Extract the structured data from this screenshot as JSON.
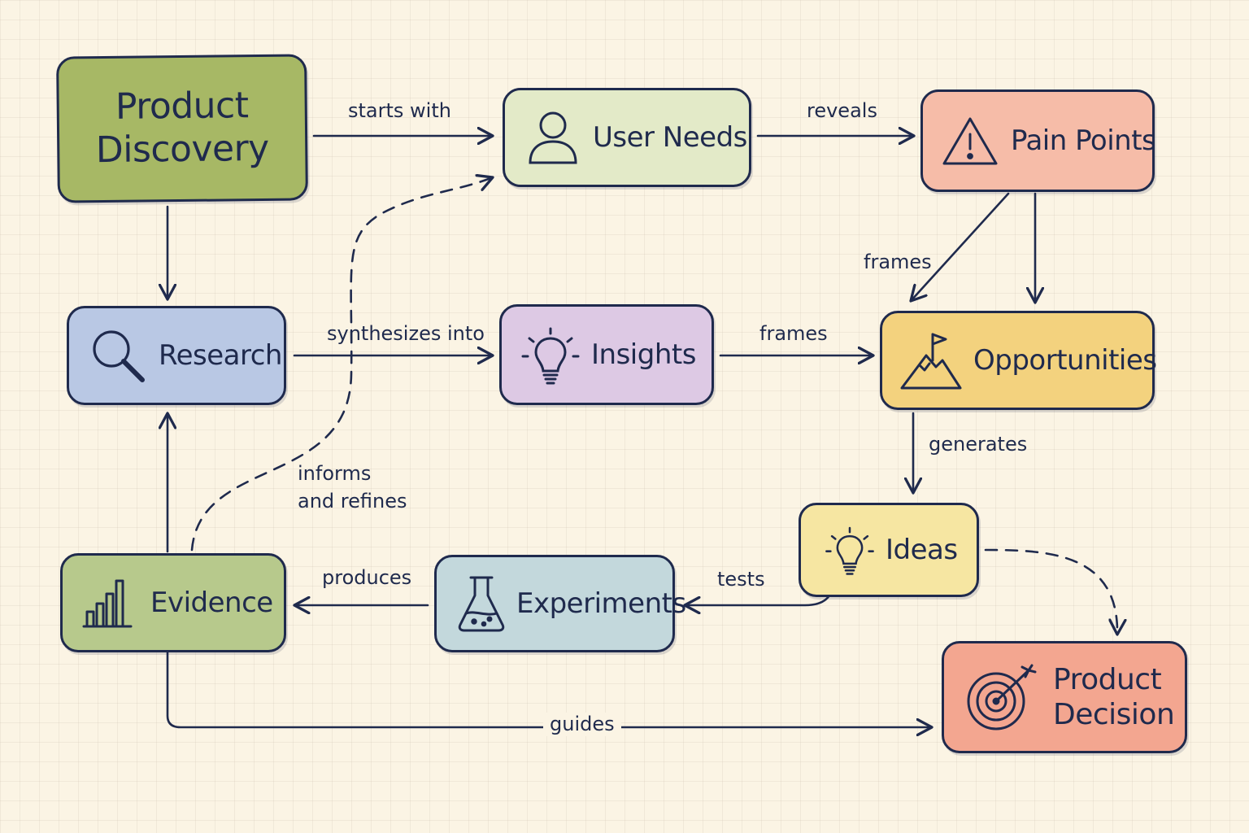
{
  "colors": {
    "ink": "#1f2a4d",
    "product_discovery": "#a7b865",
    "user_needs": "#e3eac8",
    "pain_points": "#f6bca8",
    "research": "#b9c8e4",
    "insights": "#ddc9e4",
    "opportunities": "#f3d27e",
    "ideas": "#f6e6a2",
    "evidence": "#b7c98c",
    "experiments": "#c3d8dc",
    "product_decision": "#f3a690"
  },
  "nodes": {
    "product_discovery": {
      "label": "Product\nDiscovery"
    },
    "user_needs": {
      "label": "User Needs",
      "icon": "user-icon"
    },
    "pain_points": {
      "label": "Pain Points",
      "icon": "warning-icon"
    },
    "research": {
      "label": "Research",
      "icon": "magnifier-icon"
    },
    "insights": {
      "label": "Insights",
      "icon": "lightbulb-icon"
    },
    "opportunities": {
      "label": "Opportunities",
      "icon": "mountain-flag-icon"
    },
    "ideas": {
      "label": "Ideas",
      "icon": "lightbulb-icon"
    },
    "evidence": {
      "label": "Evidence",
      "icon": "bar-chart-icon"
    },
    "experiments": {
      "label": "Experiments",
      "icon": "flask-icon"
    },
    "product_decision": {
      "label": "Product\nDecision",
      "icon": "target-icon"
    }
  },
  "edges": {
    "starts_with": "starts with",
    "reveals": "reveals",
    "frames_pain": "frames",
    "synthesizes_into": "synthesizes into",
    "frames_insights": "frames",
    "generates": "generates",
    "informs_and_refines": "informs\nand refines",
    "produces": "produces",
    "tests": "tests",
    "guides": "guides"
  }
}
